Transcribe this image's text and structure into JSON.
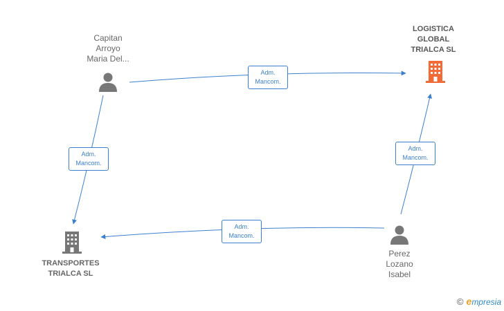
{
  "nodes": {
    "capitan": {
      "label": "Capitan\nArroyo\nMaria Del..."
    },
    "logistica": {
      "label": "LOGISTICA\nGLOBAL\nTRIALCA  SL"
    },
    "transportes": {
      "label": "TRANSPORTES\nTRIALCA SL"
    },
    "perez": {
      "label": "Perez\nLozano\nIsabel"
    }
  },
  "edges": [
    {
      "from": "capitan",
      "to": "logistica",
      "label": "Adm.\nMancom."
    },
    {
      "from": "capitan",
      "to": "transportes",
      "label": "Adm.\nMancom."
    },
    {
      "from": "perez",
      "to": "logistica",
      "label": "Adm.\nMancom."
    },
    {
      "from": "perez",
      "to": "transportes",
      "label": "Adm.\nMancom."
    }
  ],
  "colors": {
    "edge": "#3b7fd0",
    "person": "#777777",
    "company": "#777777",
    "company_main": "#f26a35"
  },
  "brand": {
    "copyright": "©",
    "initial": "e",
    "rest": "mpresia"
  }
}
